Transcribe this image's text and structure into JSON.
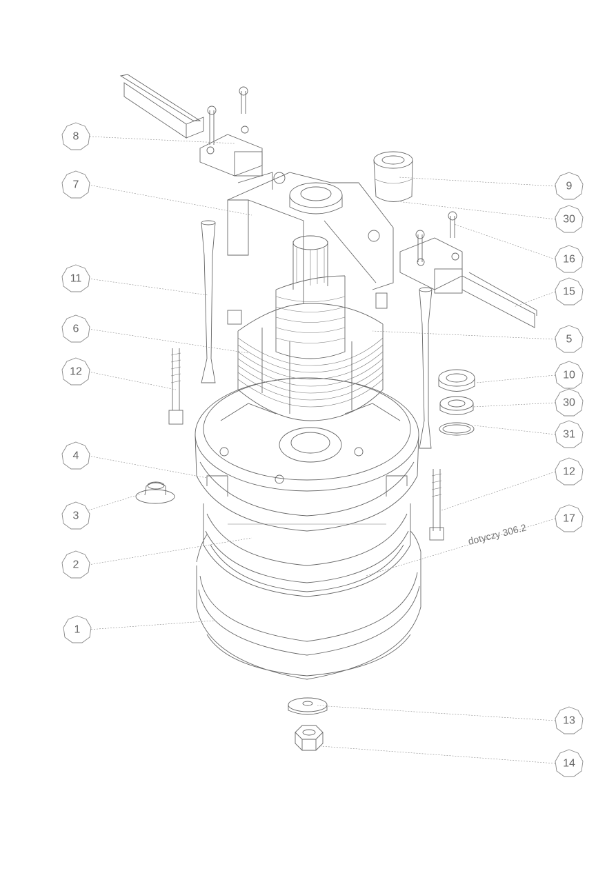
{
  "callouts": [
    {
      "id": "c8",
      "label": "8"
    },
    {
      "id": "c7",
      "label": "7"
    },
    {
      "id": "c11",
      "label": "11"
    },
    {
      "id": "c6",
      "label": "6"
    },
    {
      "id": "c12a",
      "label": "12"
    },
    {
      "id": "c4",
      "label": "4"
    },
    {
      "id": "c3",
      "label": "3"
    },
    {
      "id": "c2",
      "label": "2"
    },
    {
      "id": "c1",
      "label": "1"
    },
    {
      "id": "c9",
      "label": "9"
    },
    {
      "id": "c30a",
      "label": "30"
    },
    {
      "id": "c16",
      "label": "16"
    },
    {
      "id": "c15",
      "label": "15"
    },
    {
      "id": "c5",
      "label": "5"
    },
    {
      "id": "c10",
      "label": "10"
    },
    {
      "id": "c30b",
      "label": "30"
    },
    {
      "id": "c31",
      "label": "31"
    },
    {
      "id": "c12b",
      "label": "12"
    },
    {
      "id": "c17",
      "label": "17"
    },
    {
      "id": "c13",
      "label": "13"
    },
    {
      "id": "c14",
      "label": "14"
    }
  ],
  "note": "dotyczy 306.2"
}
